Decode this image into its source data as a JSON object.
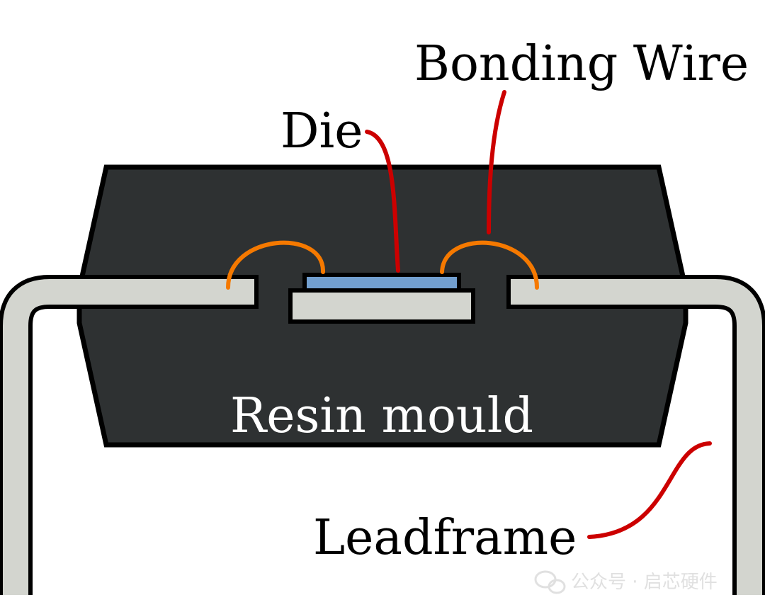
{
  "diagram": {
    "labels": {
      "bonding_wire": "Bonding Wire",
      "die": "Die",
      "resin_mould": "Resin mould",
      "leadframe": "Leadframe"
    },
    "watermark": {
      "text": "公众号 · 启芯硬件",
      "icon": "wechat-icon"
    },
    "colors": {
      "mould": "#2e3132",
      "outline": "#000000",
      "leadframe": "#d3d5cf",
      "die": "#729fcf",
      "bonding_wire": "#f57900",
      "pointer": "#cc0000",
      "label": "#000000",
      "mould_label": "#ffffff",
      "watermark": "#c8c8c8"
    }
  }
}
